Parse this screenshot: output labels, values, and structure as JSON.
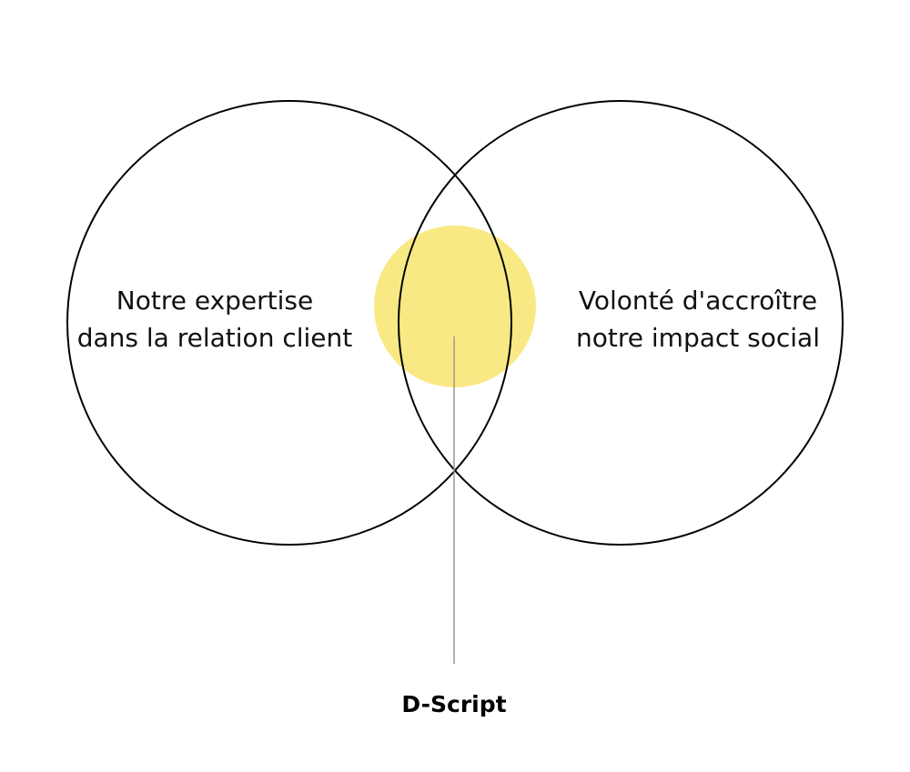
{
  "diagram": {
    "left_circle": {
      "line1": "Notre expertise",
      "line2": "dans la relation client"
    },
    "right_circle": {
      "line1": "Volonté d'accroître",
      "line2": "notre impact social"
    },
    "intersection": {
      "label": "D-Script"
    },
    "colors": {
      "outline": "#000000",
      "highlight": "#f9e985",
      "connector": "#999999"
    }
  }
}
